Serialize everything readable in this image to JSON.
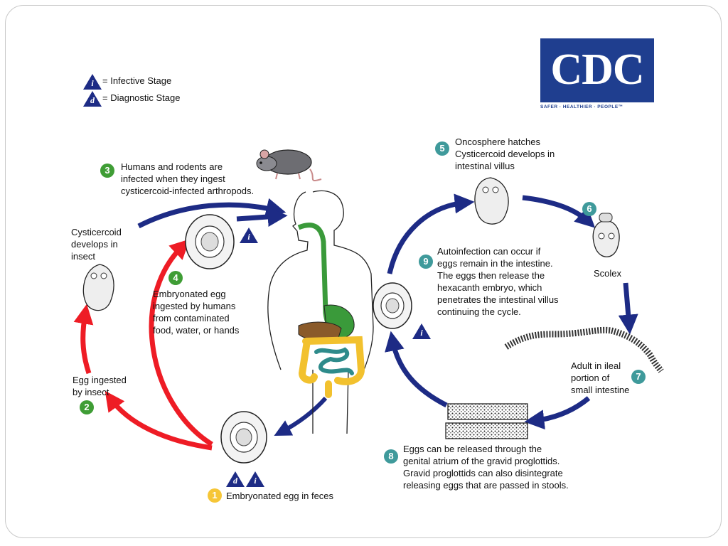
{
  "legend": {
    "infective_symbol": "i",
    "infective_label": "= Infective Stage",
    "diagnostic_symbol": "d",
    "diagnostic_label": "= Diagnostic Stage"
  },
  "logo": {
    "text": "CDC",
    "tagline": "SAFER · HEALTHIER · PEOPLE™"
  },
  "steps": {
    "s1": {
      "num": "1",
      "text": "Embryonated egg in feces"
    },
    "s2": {
      "num": "2",
      "text_lines": [
        "Egg ingested",
        "by insect"
      ]
    },
    "s3": {
      "num": "3",
      "text_lines": [
        "Humans and rodents are",
        "infected when they ingest",
        "cysticercoid-infected arthropods."
      ]
    },
    "s4": {
      "num": "4",
      "text_lines": [
        "Embryonated egg",
        "ingested by humans",
        "from contaminated",
        "food, water, or hands"
      ]
    },
    "s5": {
      "num": "5",
      "text_lines": [
        "Oncosphere hatches",
        "Cysticercoid develops in",
        "intestinal villus"
      ]
    },
    "s6": {
      "num": "6",
      "text": "Scolex"
    },
    "s7": {
      "num": "7",
      "text_lines": [
        "Adult in ileal",
        "portion of",
        "small intestine"
      ]
    },
    "s8": {
      "num": "8",
      "text_lines": [
        "Eggs can be released through the",
        "genital atrium of the gravid proglottids.",
        "Gravid proglottids can also disintegrate",
        "releasing eggs that are passed in stools."
      ]
    },
    "s9": {
      "num": "9",
      "text_lines": [
        "Autoinfection can occur if",
        "eggs remain in the intestine.",
        "The eggs then release the",
        "hexacanth embryo, which",
        "penetrates the intestinal villus",
        "continuing the cycle."
      ]
    }
  },
  "cysticercoid_label": [
    "Cysticercoid",
    "develops in",
    "insect"
  ],
  "stage_marks": {
    "i": "i",
    "d": "d"
  },
  "colors": {
    "infective_arrow": "#1d2b85",
    "diagnostic_arrow": "#ee1c25",
    "legend_triangle": "#1d2b85",
    "step_green": "#3f9d35",
    "step_teal": "#3f9a9b",
    "step_yellow": "#f6c637",
    "logo_blue": "#1f3e8f"
  }
}
